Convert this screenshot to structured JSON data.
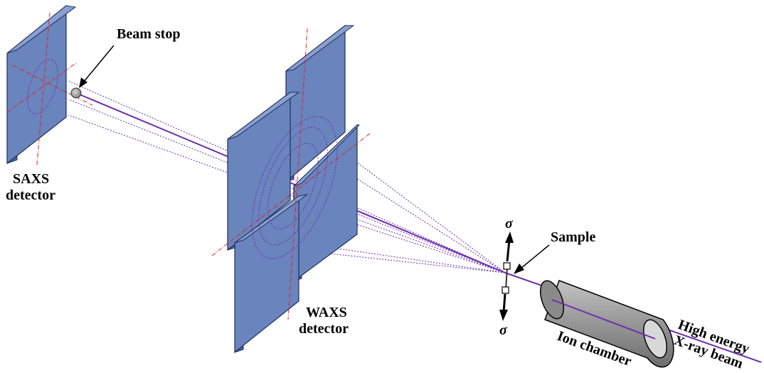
{
  "labels": {
    "beam_stop": "Beam stop",
    "saxs_line1": "SAXS",
    "saxs_line2": "detector",
    "waxs_line1": "WAXS",
    "waxs_line2": "detector",
    "sample": "Sample",
    "sigma_top": "σ",
    "sigma_bottom": "σ",
    "ion_chamber": "Ion chamber",
    "beam_line1": "High energy",
    "beam_line2": "X-ray beam"
  },
  "colors": {
    "detector_fill": "#6a84bd",
    "detector_edge": "#1f2f5a",
    "detector_side": "#4a63a0",
    "beam": "#6a2fae",
    "axis": "#e02020",
    "chamber_fill": "#9a9a9a",
    "chamber_cap": "#d8d8d8"
  }
}
